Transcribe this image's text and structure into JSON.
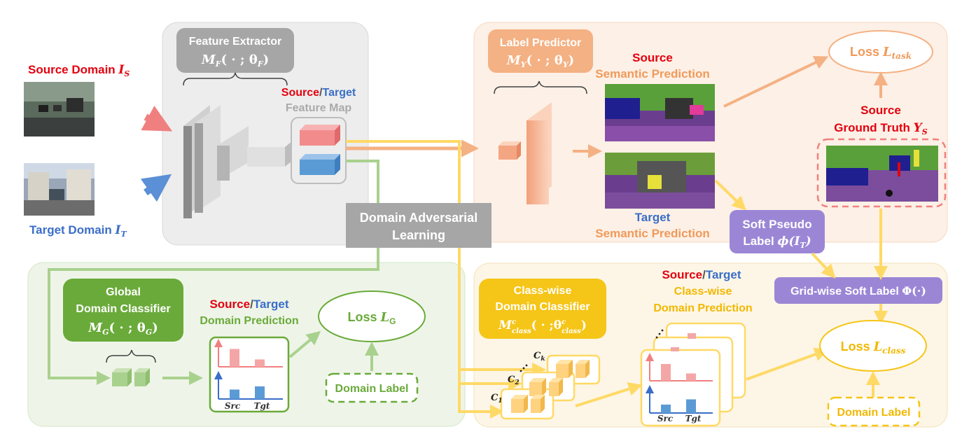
{
  "colors": {
    "red": "#e3000f",
    "blue": "#3a6ec8",
    "green": "#6aaa3a",
    "green_dark": "#5a9a3c",
    "orange": "#f09a5a",
    "yellow": "#f5c518",
    "yellow_text": "#f2b800",
    "gray": "#999999",
    "purple": "#9b86d6"
  },
  "inputs": {
    "source_title": "Source Domain ",
    "source_sym": "I",
    "source_sub": "S",
    "target_title": "Target Domain ",
    "target_sym": "I",
    "target_sub": "T"
  },
  "feature_extractor": {
    "title": "Feature Extractor",
    "formula": "M",
    "formula_sub": "F",
    "formula_args": "( · ; θ",
    "formula_args_sub": "F",
    "formula_close": ")",
    "map_source": "Source",
    "map_slash": "/",
    "map_target": "Target",
    "map_label": "Feature Map"
  },
  "domain_adversarial": {
    "line1": "Domain Adversarial",
    "line2": "Learning"
  },
  "label_predictor": {
    "title": "Label Predictor",
    "formula": "M",
    "formula_sub": "Y",
    "formula_args": "( · ; θ",
    "formula_args_sub": "Y",
    "formula_close": ")"
  },
  "semantic": {
    "source_line1": "Source",
    "source_line2": "Semantic Prediction",
    "target_line1": "Target",
    "target_line2": "Semantic Prediction"
  },
  "loss_task": {
    "prefix": "Loss ",
    "sym": "L",
    "sub": "task"
  },
  "ground_truth": {
    "line1": "Source",
    "line2": "Ground Truth ",
    "sym": "Y",
    "sub": "S"
  },
  "soft_pseudo": {
    "line1": "Soft Pseudo",
    "line2": "Label ",
    "sym": "ϕ(I",
    "sub": "T",
    "close": ")"
  },
  "grid_soft": {
    "text": "Grid-wise Soft Label ",
    "sym": "Φ(·)"
  },
  "global_classifier": {
    "line1": "Global",
    "line2": "Domain Classifier",
    "formula": "M",
    "formula_sub": "G",
    "formula_args": "( · ; θ",
    "formula_args_sub": "G",
    "formula_close": ")"
  },
  "global_prediction": {
    "source": "Source",
    "slash": "/",
    "target": "Target",
    "label": "Domain Prediction",
    "src_tick": "Src",
    "tgt_tick": "Tgt"
  },
  "loss_g": {
    "prefix": "Loss ",
    "sym": "L",
    "sub": "G"
  },
  "domain_label_left": "Domain Label",
  "class_classifier": {
    "line1": "Class-wise",
    "line2": "Domain Classifier",
    "formula": "M",
    "formula_sup": "c",
    "formula_sub": "class",
    "formula_args": "( · ;θ",
    "formula_args_sup": "c",
    "formula_args_sub": "class",
    "formula_close": ")",
    "c1": "C",
    "c1_sub": "1",
    "c2": "C",
    "c2_sub": "2",
    "ck": "C",
    "ck_sub": "k"
  },
  "class_prediction": {
    "source": "Source",
    "slash": "/",
    "target": "Target",
    "line2": "Class-wise",
    "line3": "Domain Prediction",
    "src_tick": "Src",
    "tgt_tick": "Tgt"
  },
  "loss_class": {
    "prefix": "Loss ",
    "sym": "L",
    "sub": "class"
  },
  "domain_label_right": "Domain Label",
  "global_bars": {
    "source": [
      0.85,
      0.35
    ],
    "target": [
      0.45,
      0.6
    ]
  },
  "class_bars": {
    "source": [
      0.8,
      0.35
    ],
    "target": [
      0.4,
      0.65
    ]
  }
}
